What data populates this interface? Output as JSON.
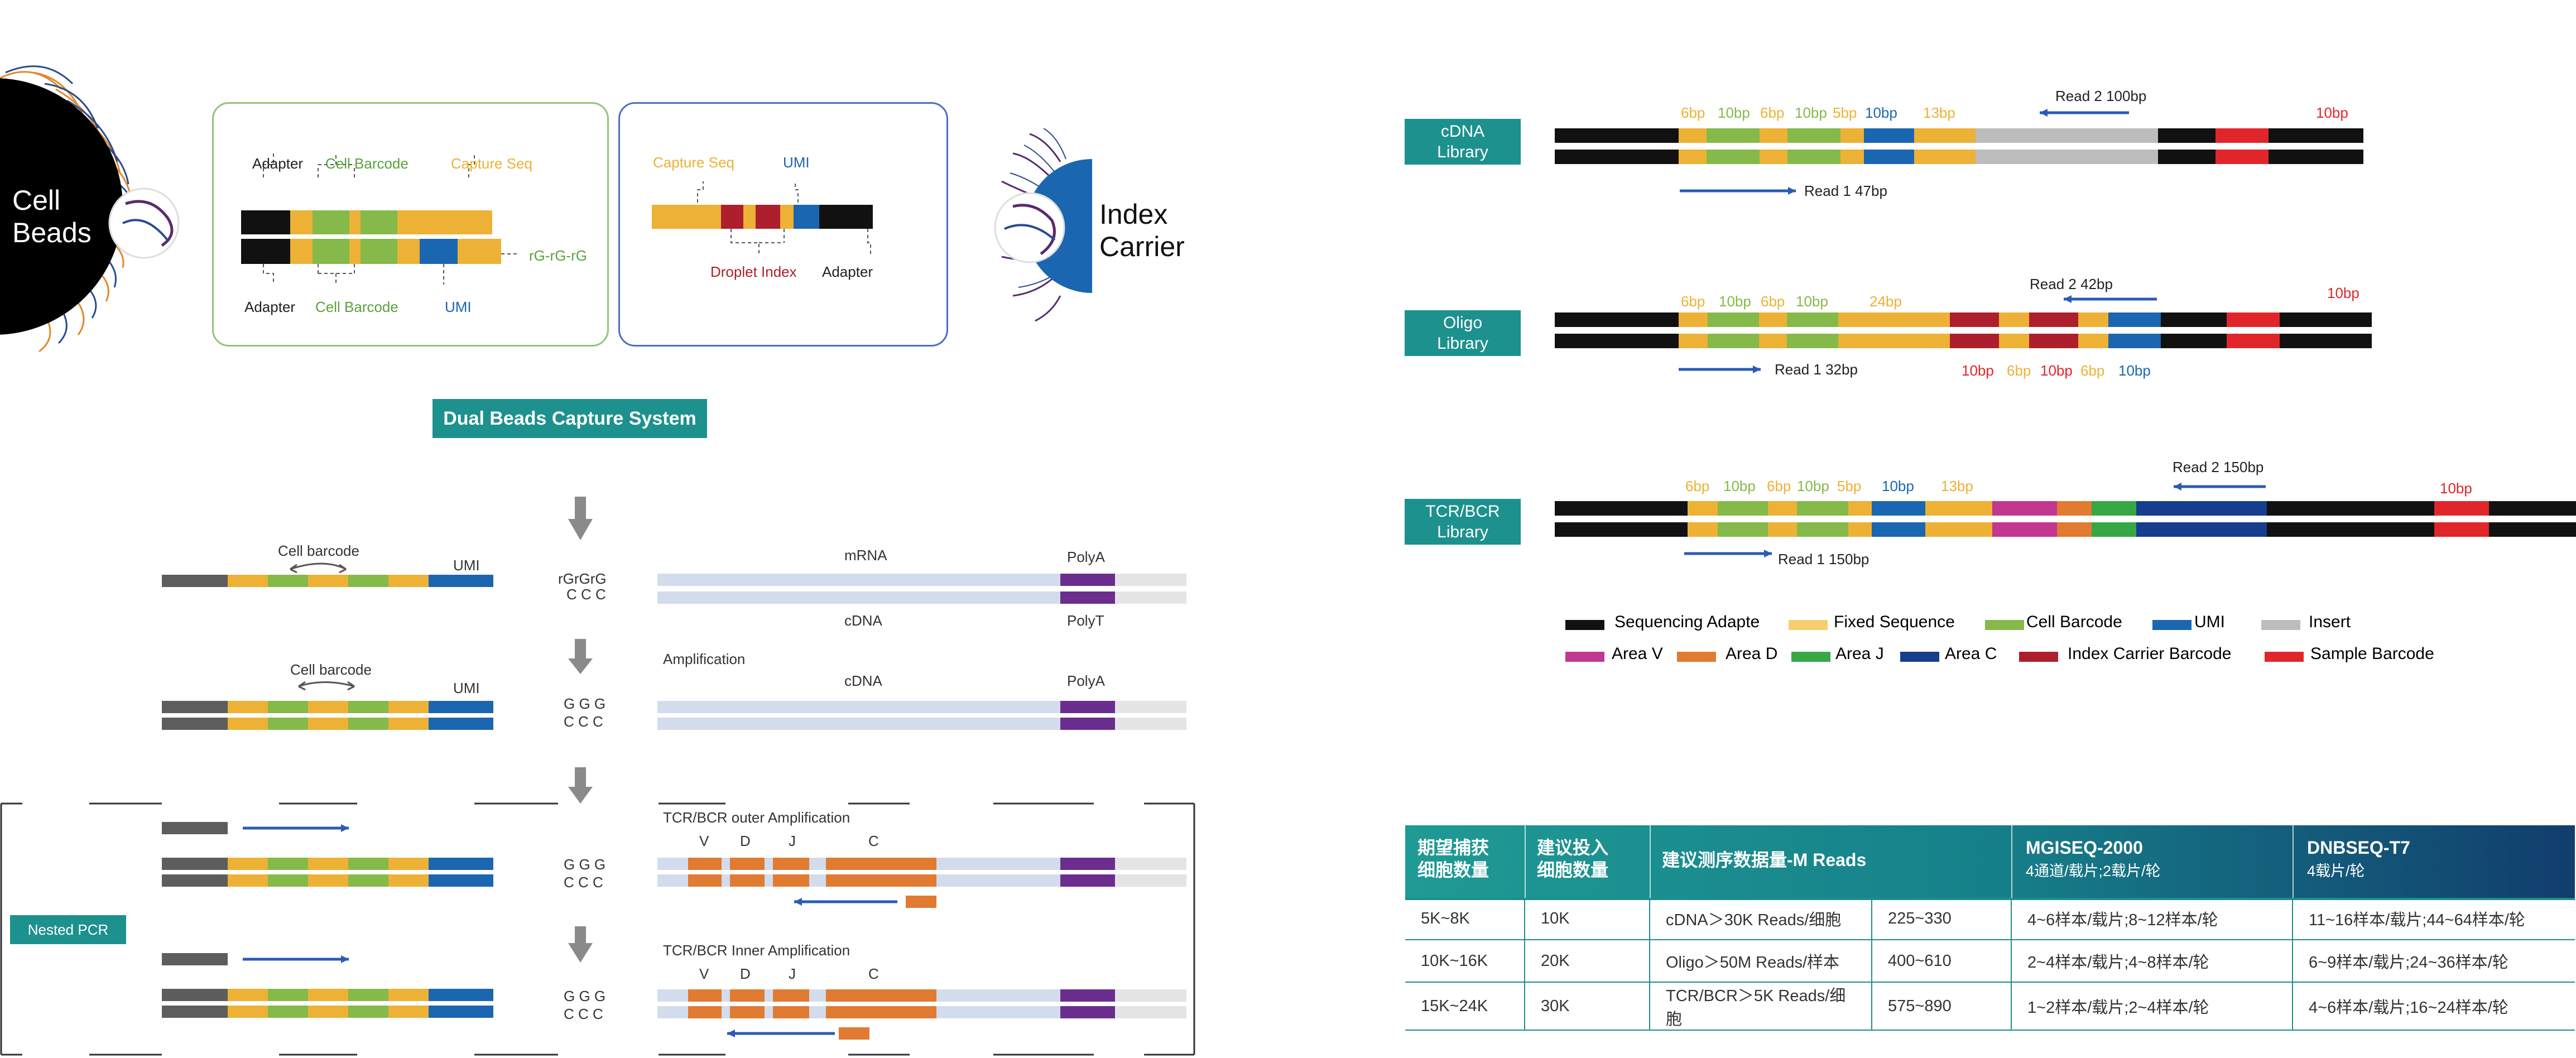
{
  "colors": {
    "black": "#111111",
    "yellow": "#edb135",
    "green": "#85b94a",
    "blue": "#1b66b0",
    "teal": "#1d918d",
    "red": "#ad1f2c",
    "orange": "#e07b31",
    "purple": "#6b2d8e",
    "gray": "#5d5d5d",
    "light_blue": "#d3dcec",
    "light_gray": "#e4e4e4",
    "fixed_light": "#f5cf6b",
    "insert_gray": "#bcbcbc",
    "area_v": "#c2378f",
    "area_j": "#37a745",
    "area_c": "#163d8e",
    "sample_red": "#e1262b",
    "green_label": "#5ba23b",
    "outline_green": "#95c27a",
    "outline_blue": "#4a6fbd"
  },
  "cell_beads": {
    "label_line1": "Cell",
    "label_line2": "Beads",
    "adapter_top": "Adapter",
    "cell_barcode_top": "Cell Barcode",
    "capture_seq_top": "Capture Seq",
    "rg_tail": "rG-rG-rG",
    "adapter_bottom": "Adapter",
    "cell_barcode_bottom": "Cell Barcode",
    "umi_bottom": "UMI"
  },
  "index_carrier": {
    "label_line1": "Index",
    "label_line2": "Carrier",
    "capture_seq": "Capture Seq",
    "umi": "UMI",
    "droplet_index": "Droplet Index",
    "adapter": "Adapter"
  },
  "system_title": "Dual Beads Capture System",
  "workflow": {
    "step1": {
      "cell_barcode": "Cell barcode",
      "umi": "UMI",
      "mid_top": "rGrGrG",
      "mid_bottom": "C C C",
      "mrna": "mRNA",
      "polya": "PolyA",
      "cdna": "cDNA",
      "polyt": "PolyT"
    },
    "step2": {
      "cell_barcode": "Cell barcode",
      "umi": "UMI",
      "mid_top": "G G G",
      "mid_bottom": "C C C",
      "amplification": "Amplification",
      "cdna": "cDNA",
      "polya": "PolyA"
    },
    "step3": {
      "title": "TCR/BCR outer Amplification",
      "mid_top": "G G G",
      "mid_bottom": "C C C",
      "v": "V",
      "d": "D",
      "j": "J",
      "c": "C"
    },
    "step4": {
      "title": "TCR/BCR Inner Amplification",
      "mid_top": "G G G",
      "mid_bottom": "C C C",
      "v": "V",
      "d": "D",
      "j": "J",
      "c": "C"
    },
    "nested_pcr": "Nested PCR"
  },
  "libraries": [
    {
      "name_line1": "cDNA",
      "name_line2": "Library",
      "top_labels": [
        "6bp",
        "10bp",
        "6bp",
        "10bp",
        "5bp",
        "10bp",
        "13bp"
      ],
      "read2": "Read 2 100bp",
      "read1": "Read 1 47bp",
      "right_label": "10bp"
    },
    {
      "name_line1": "Oligo",
      "name_line2": "Library",
      "top_labels": [
        "6bp",
        "10bp",
        "6bp",
        "10bp",
        "24bp"
      ],
      "read2": "Read 2 42bp",
      "read1": "Read 1 32bp",
      "right_label": "10bp",
      "bottom_labels": [
        "10bp",
        "6bp",
        "10bp",
        "6bp",
        "10bp"
      ]
    },
    {
      "name_line1": "TCR/BCR",
      "name_line2": "Library",
      "top_labels": [
        "6bp",
        "10bp",
        "6bp",
        "10bp",
        "5bp",
        "10bp",
        "13bp"
      ],
      "read2": "Read 2 150bp",
      "read1": "Read 1 150bp",
      "right_label": "10bp"
    }
  ],
  "legend": [
    {
      "label": "Sequencing Adapte",
      "color": "#111111"
    },
    {
      "label": "Fixed  Sequence",
      "color": "#f5cf6b"
    },
    {
      "label": "Cell Barcode",
      "color": "#85b94a"
    },
    {
      "label": "UMI",
      "color": "#1b66b0"
    },
    {
      "label": "Insert",
      "color": "#bcbcbc"
    },
    {
      "label": "Area V",
      "color": "#c2378f"
    },
    {
      "label": "Area D",
      "color": "#e07b31"
    },
    {
      "label": "Area J",
      "color": "#37a745"
    },
    {
      "label": "Area C",
      "color": "#163d8e"
    },
    {
      "label": "Index Carrier Barcode",
      "color": "#ad1f2c"
    },
    {
      "label": "Sample Barcode",
      "color": "#e1262b"
    }
  ],
  "table": {
    "headers": {
      "c1_line1": "期望捕获",
      "c1_line2": "细胞数量",
      "c2_line1": "建议投入",
      "c2_line2": "细胞数量",
      "c3": "建议测序数据量-M Reads",
      "c5_line1": "MGISEQ-2000",
      "c5_line2": "4通道/载片;2载片/轮",
      "c6_line1": "DNBSEQ-T7",
      "c6_line2": "4载片/轮"
    },
    "rows": [
      {
        "expected": "5K~8K",
        "input": "10K",
        "data": "cDNA＞30K Reads/细胞",
        "range": "225~330",
        "mgi": "4~6样本/载片;8~12样本/轮",
        "t7": "11~16样本/载片;44~64样本/轮"
      },
      {
        "expected": "10K~16K",
        "input": "20K",
        "data": "Oligo＞50M Reads/样本",
        "range": "400~610",
        "mgi": "2~4样本/载片;4~8样本/轮",
        "t7": "6~9样本/载片;24~36样本/轮"
      },
      {
        "expected": "15K~24K",
        "input": "30K",
        "data": "TCR/BCR＞5K Reads/细胞",
        "range": "575~890",
        "mgi": "1~2样本/载片;2~4样本/轮",
        "t7": "4~6样本/载片;16~24样本/轮"
      }
    ]
  }
}
